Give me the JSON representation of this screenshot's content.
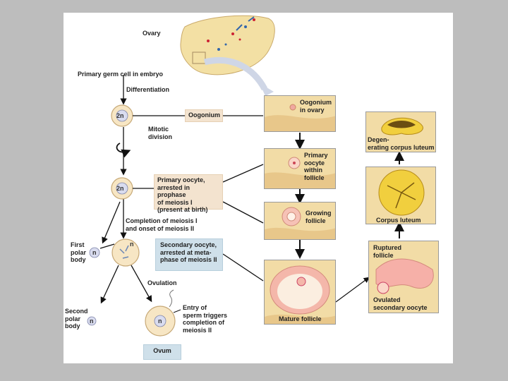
{
  "labels": {
    "ovary": "Ovary",
    "primary_germ_cell": "Primary germ cell in embryo",
    "differentiation": "Differentiation",
    "mitotic_division": "Mitotic\ndivision",
    "completion_meiosis": "Completion of meiosis I\nand onset of meiosis II",
    "first_polar_body": "First\npolar\nbody",
    "second_polar_body": "Second\npolar\nbody",
    "ovulation": "Ovulation",
    "entry_sperm": "Entry of\nsperm triggers\ncompletion of\nmeiosis II",
    "oogonium_box": "Oogonium",
    "primary_oocyte_box": "Primary oocyte,\narrested in prophase\nof meiosis I\n(present at birth)",
    "secondary_oocyte_box": "Secondary oocyte,\narrested at meta-\nphase of meiosis II",
    "ovum_box": "Ovum"
  },
  "cells": {
    "two_n_1": "2n",
    "two_n_2": "2n",
    "n_secondary": "n",
    "n_first_polar": "n",
    "n_second_polar": "n",
    "n_ovum": "n"
  },
  "panels": {
    "oogonium_in_ovary": "Oogonium\nin ovary",
    "primary_oocyte_follicle": "Primary\noocyte\nwithin\nfollicle",
    "growing_follicle": "Growing\nfollicle",
    "mature_follicle": "Mature follicle",
    "ruptured_follicle": "Ruptured\nfollicle",
    "ovulated_secondary_oocyte": "Ovulated\nsecondary oocyte",
    "corpus_luteum": "Corpus luteum",
    "degenerating_corpus_luteum": "Degen-\nerating corpus luteum"
  },
  "colors": {
    "cell_fill": "#f7e6c4",
    "nucleus_fill": "#d9dcef",
    "tan_box": "#f3e3cf",
    "blue_box": "#cfe0ea",
    "tissue": "#f2dca6",
    "follicle_pink": "#f0a8a0",
    "corpus_yellow": "#f1cf3e"
  }
}
